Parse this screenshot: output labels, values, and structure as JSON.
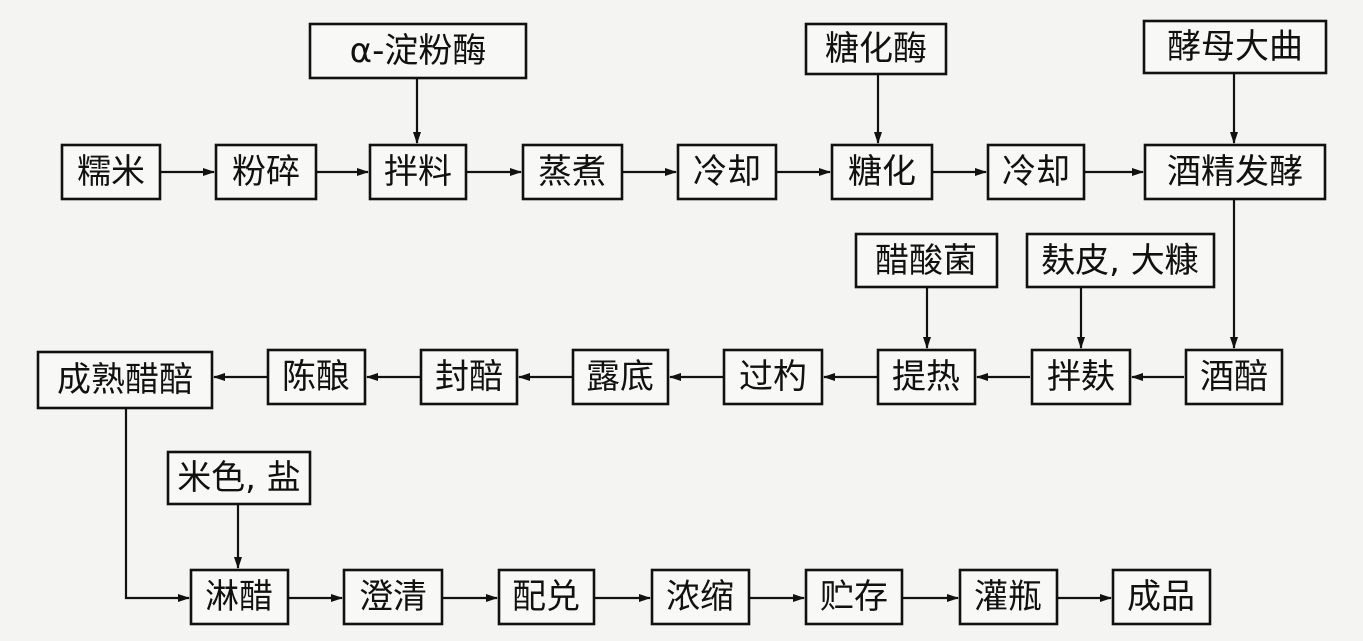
{
  "nodes": {
    "nuomi": "糯米",
    "fensui": "粉碎",
    "banliao": "拌料",
    "zhengzhu": "蒸煮",
    "lengque1": "冷却",
    "tanghua": "糖化",
    "lengque2": "冷却",
    "jiujing_fajiao": "酒精发酵",
    "alpha_dianfenmei": "α-淀粉酶",
    "tanghuamei": "糖化酶",
    "jiaomu_daqu": "酵母大曲",
    "cusuanjun": "醋酸菌",
    "fupi_dakang": "麸皮, 大糠",
    "jiupei": "酒醅",
    "banfu": "拌麸",
    "tire": "提热",
    "guoshao": "过杓",
    "ludi": "露底",
    "fengpei": "封醅",
    "chenniang": "陈酿",
    "chengshu_cupei": "成熟醋醅",
    "mise_yan": "米色, 盐",
    "linCu": "淋醋",
    "chengqing": "澄清",
    "peidui": "配兑",
    "nongsuo": "浓缩",
    "zhucun": "贮存",
    "guanping": "灌瓶",
    "chengpin": "成品"
  },
  "colors": {
    "line": "#111111",
    "box_fill": "#f8f8f6",
    "background": "#f4f4f2"
  }
}
